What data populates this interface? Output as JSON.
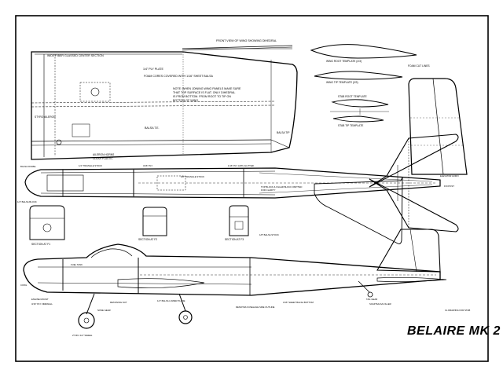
{
  "plan": {
    "title": "BELAIRE MK 2",
    "dihedral_label": "FRONT VIEW OF WING SHOWING DIHEDRAL",
    "wing_notes": [
      "WIDE FIBER GLASSED CENTER SECTION",
      "1/4\" PLY PLATE",
      "FOAM CORES COVERED WITH 1/16\" SHEET BALSA",
      "NOTE: WHEN JOINING WING PANELS MAKE SURE",
      "THAT TOP SURFACE IS FLAT. ONLY DIHEDRAL",
      "IS FROM BOTTOM. FROM ROOT TO TIP ON",
      "BOTTOM OF WING.",
      "BALSA T.E.",
      "AILERON HORNS",
      "CLEAR PLASTIC",
      "STYRO AILERON",
      "BALSA TIP"
    ],
    "templates": [
      "WING ROOT TEMPLATE (2/3)",
      "WING TIP TEMPLATE (2/3)",
      "STAB ROOT TEMPLATE",
      "STAB TIP TEMPLATE",
      "FOAM CUT LINES"
    ],
    "fuselage_notes": [
      "BALSA DOWEL",
      "1/4\" TRIANGLE STOCK",
      "3/8\" TRIANGLE STOCK",
      "3/16\" PLY",
      "1/16\" PLY ANTI-FLUTTER",
      "TOP BLOCK & FILLER BLOCK OMITTED",
      "FOR CLARITY",
      "1/4\" BALSA BLOCK",
      "1/8\" BALSA STOCK",
      "FIN POST",
      "ELEVATOR HORN",
      "SECTION AT F1",
      "SECTION AT F2",
      "SECTION AT F3",
      "FUEL TANK",
      "ENGINE MOUNT",
      "3/16\" PLY FIREWALL",
      "RETAINING NUT",
      "1/4\" BALSA LOWER PLANE",
      "COWL",
      "NOSE GEAR",
      "2\"OR 2 1/2\" WHEEL",
      "DENOTES FUSELAGE SIDE OUTLINE",
      "SOAP BALSA FILLER",
      "3/16\" SHEET BALSA BOTTOM",
      "TAIL GEAR",
      "CL DRAWING FOR STAB"
    ]
  }
}
